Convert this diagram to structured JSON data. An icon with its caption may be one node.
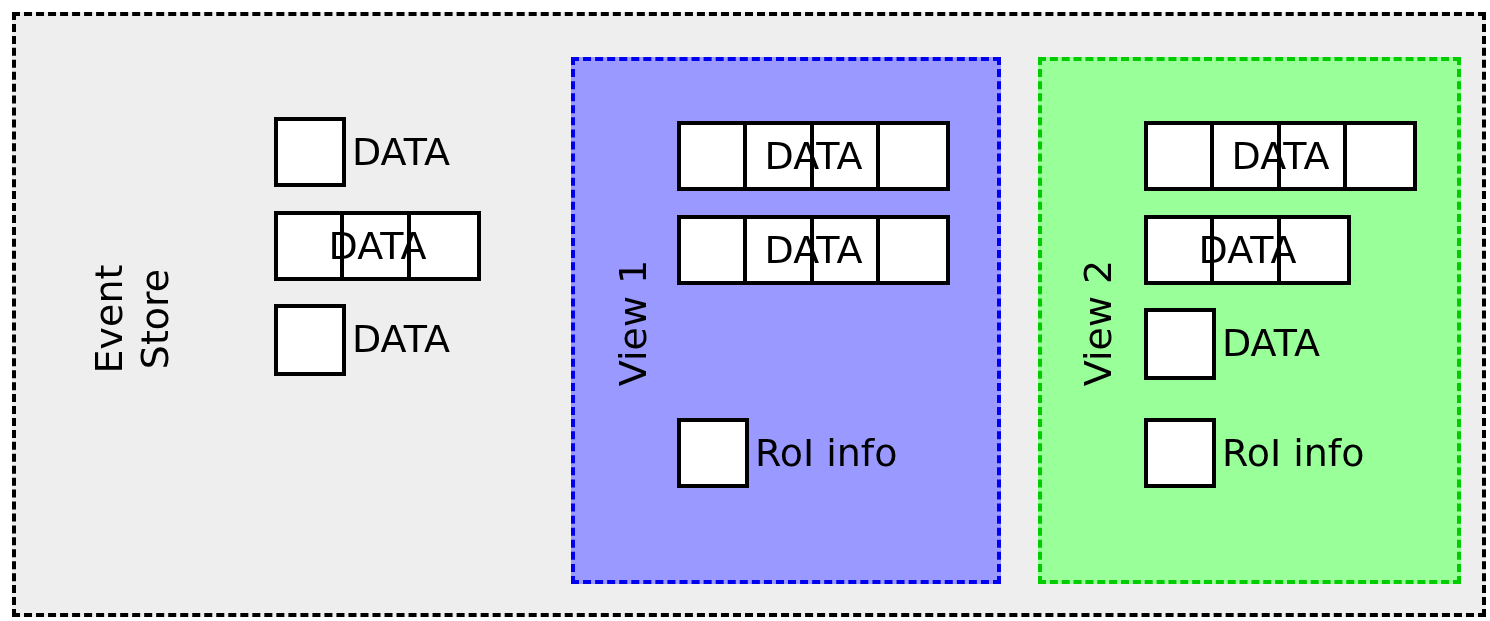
{
  "diagram": {
    "nodes": [
      {
        "text": [
          "Event Store"
        ]
      },
      {
        "text": [],
        "shape": "box",
        "in": 0,
        "beside": [
          "DATA"
        ]
      },
      {
        "text": [
          "DATA"
        ],
        "in": 0
      },
      {
        "text": [],
        "shape": "box",
        "in": 0,
        "beside": [
          "DATA"
        ]
      },
      {
        "text": [
          "View 1"
        ],
        "in": 0
      },
      {
        "text": [
          "DATA"
        ],
        "in": 4
      },
      {
        "text": [
          "DATA"
        ],
        "in": 4
      },
      {
        "text": [],
        "shape": "box",
        "in": 4,
        "beside": [
          "RoI info"
        ]
      },
      {
        "text": [
          "View 2"
        ],
        "in": 0
      },
      {
        "text": [
          "DATA"
        ],
        "in": 8
      },
      {
        "text": [
          "DATA"
        ],
        "in": 8
      },
      {
        "text": [],
        "shape": "box",
        "in": 8,
        "beside": [
          "DATA"
        ]
      },
      {
        "text": [],
        "shape": "box",
        "in": 8,
        "beside": [
          "RoI info"
        ]
      }
    ],
    "edges": []
  }
}
